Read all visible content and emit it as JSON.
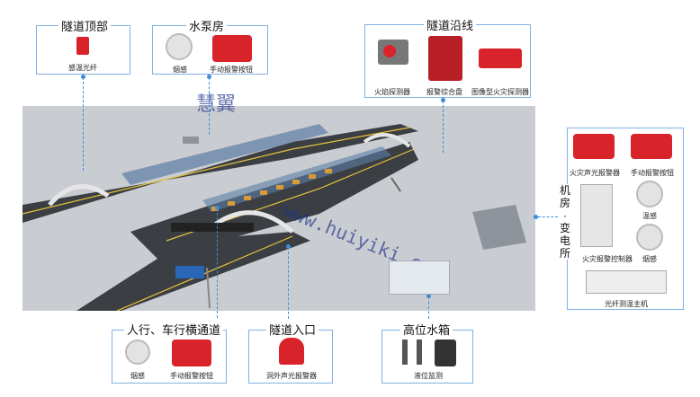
{
  "groups": {
    "top": {
      "title": "隧道顶部",
      "items": [
        "感温光纤"
      ]
    },
    "pump": {
      "title": "水泵房",
      "items": [
        "烟感",
        "手动报警按钮"
      ]
    },
    "along": {
      "title": "隧道沿线",
      "items": [
        "火焰探测器",
        "报警综合盘",
        "图像型火灾探测器"
      ]
    },
    "machine": {
      "title_chars": [
        "机",
        "房",
        "·",
        "变",
        "电",
        "所"
      ],
      "items": [
        "火灾声光报警器",
        "手动报警按钮",
        "温感",
        "烟感",
        "火灾报警控制器",
        "光纤测温主机"
      ]
    },
    "cross": {
      "title": "人行、车行横通道",
      "items": [
        "烟感",
        "手动报警按钮"
      ]
    },
    "entrance": {
      "title": "隧道入口",
      "items": [
        "洞外声光报警器"
      ]
    },
    "tank": {
      "title": "高位水箱",
      "items": [
        "液位监测"
      ]
    }
  },
  "watermark": {
    "brand": "慧翼",
    "url": "www.huiyiki.com"
  },
  "colors": {
    "accent": "#3a8fd8",
    "alarm_red": "#d9232b",
    "road": "#3b3f44",
    "scene_bg": "#c9ccd0"
  }
}
